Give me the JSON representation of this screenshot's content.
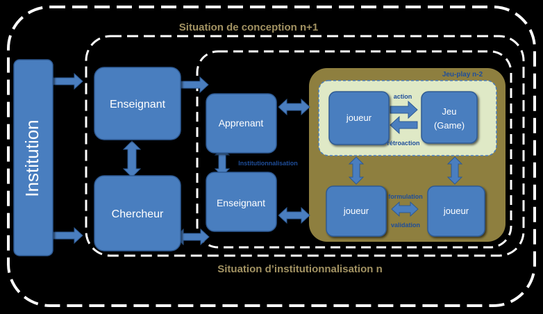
{
  "labels": {
    "situation_conception": "Situation de conception n+1",
    "situation_institutionnalisation": "Situation d’institutionnalisation n",
    "jeu_play": "Jeu-play n-2",
    "institution": "Institution",
    "enseignant_left": "Enseignant",
    "chercheur": "Chercheur",
    "apprenant": "Apprenant",
    "enseignant_mid": "Enseignant",
    "institutionnalisation": "Institutionnalisation",
    "joueur_top": "joueur",
    "jeu_line1": "Jeu",
    "jeu_line2": "(Game)",
    "action": "action",
    "retroaction": "rétroaction",
    "joueur_bottom_left": "joueur",
    "joueur_bottom_right": "joueur",
    "formulation": "formulation",
    "validation": "validation"
  },
  "colors": {
    "background": "#000000",
    "box_fill": "#4a7ebf",
    "box_stroke": "#2e5a93",
    "game_zone_fill": "#8e7f3f",
    "game_inner_fill": "#dfe9c6",
    "label_gold": "#a29262",
    "label_blue": "#1f4e9a",
    "dash_white": "#ffffff"
  }
}
